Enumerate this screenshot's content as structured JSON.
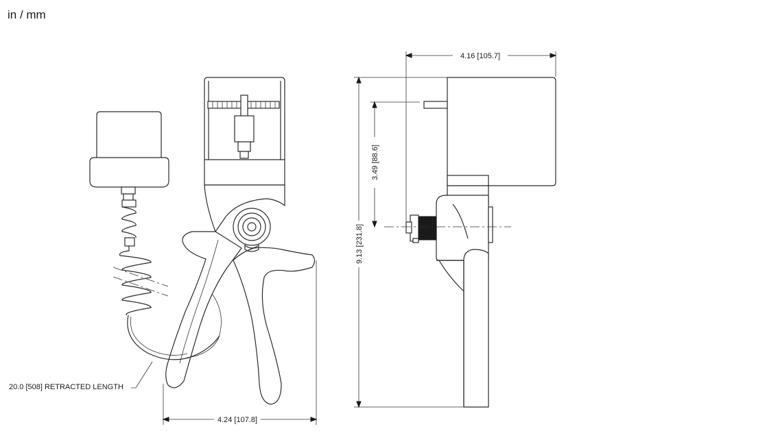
{
  "units_label": "in / mm",
  "dimensions": {
    "overall_width": "4.16 [105.7]",
    "overall_height": "9.13 [231.8]",
    "center_height": "3.49 [88.6]",
    "handle_width": "4.24 [107.8]",
    "retracted_length": "20.0 [508] RETRACTED LENGTH"
  },
  "colors": {
    "line": "#2a2a2a",
    "background": "#ffffff"
  }
}
